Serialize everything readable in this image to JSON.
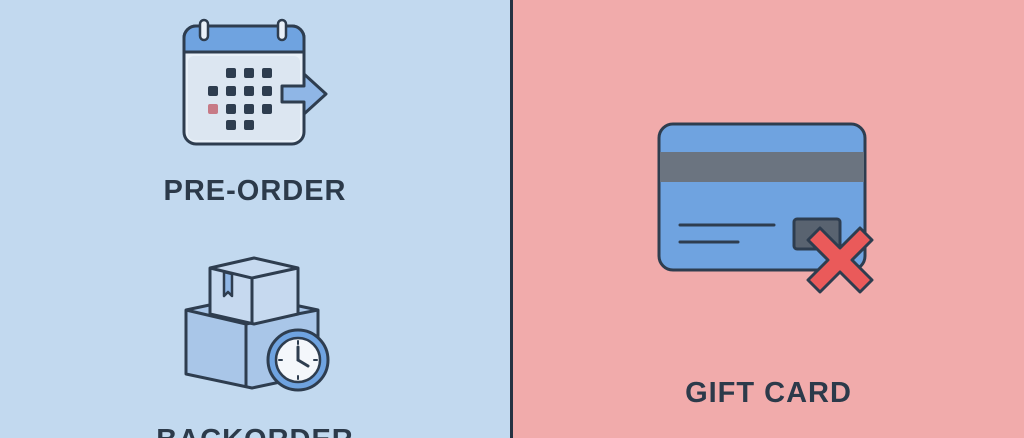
{
  "left_panel": {
    "preorder_label": "PRE-ORDER",
    "preorder_icon": "calendar-arrow-icon",
    "backorder_label": "BACKORDER",
    "backorder_icon": "boxes-clock-icon"
  },
  "right_panel": {
    "giftcard_label": "GIFT CARD",
    "giftcard_icon": "credit-card-x-icon"
  },
  "colors": {
    "left_background": "#c2d9ef",
    "right_background": "#f1abab",
    "divider": "#243242",
    "icon_blue": "#6fa3e0",
    "icon_outline": "#2e3d4f",
    "cross_red": "#ea5a5a"
  }
}
